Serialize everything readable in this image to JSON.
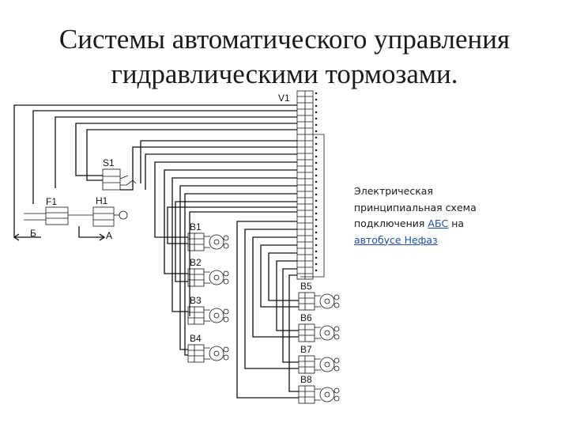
{
  "slide": {
    "title_line1": "Системы автоматического управления",
    "title_line2": "гидравлическими тормозами.",
    "caption": {
      "line1": "Электрическая",
      "line2": "принципиальная схема",
      "line3_prefix": "подключения ",
      "link1": "АБС",
      "line3_suffix": " на",
      "link2": "автобусе Нефаз"
    }
  },
  "diagram": {
    "labels": {
      "v1": "V1",
      "s1": "S1",
      "f1": "F1",
      "h1": "H1",
      "b_arrow": "Б",
      "a_arrow": "A",
      "b1": "B1",
      "b2": "B2",
      "b3": "B3",
      "b4": "B4",
      "b5": "B5",
      "b6": "B6",
      "b7": "B7",
      "b8": "B8"
    }
  }
}
